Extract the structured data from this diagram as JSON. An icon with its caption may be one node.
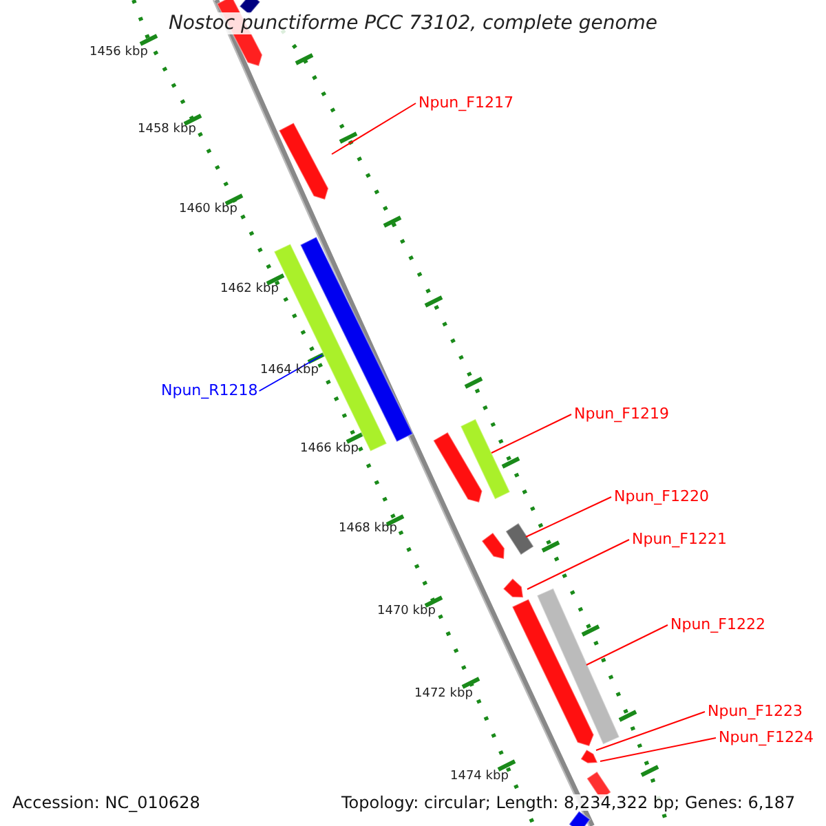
{
  "diagram": {
    "title": "Nostoc punctiforme PCC 73102, complete genome",
    "nodes": [
      {
        "text": [
          "Npun_F1217"
        ]
      },
      {
        "text": [],
        "shape": "bar"
      },
      {
        "text": [
          "Npun_R1218"
        ]
      },
      {
        "text": [],
        "shape": "bar"
      },
      {
        "text": [
          "Npun_F1219"
        ]
      },
      {
        "text": [],
        "shape": "bar"
      },
      {
        "text": [
          "Npun_F1220"
        ]
      },
      {
        "text": [],
        "shape": "bar"
      },
      {
        "text": [
          "Npun_F1221"
        ]
      },
      {
        "text": [],
        "shape": "bar"
      },
      {
        "text": [
          "Npun_F1222"
        ]
      },
      {
        "text": [],
        "shape": "bar"
      },
      {
        "text": [
          "Npun_F1223"
        ]
      },
      {
        "text": [],
        "shape": "bar"
      },
      {
        "text": [
          "Npun_F1224"
        ]
      },
      {
        "text": [],
        "shape": "bar"
      },
      {
        "text": [],
        "shape": "bar"
      },
      {
        "text": [],
        "shape": "bar"
      },
      {
        "text": [],
        "shape": "bar"
      },
      {
        "text": [],
        "shape": "bar"
      },
      {
        "text": [],
        "shape": "bar"
      },
      {
        "text": [],
        "shape": "bar"
      },
      {
        "text": [],
        "shape": "bar"
      }
    ],
    "edges": [
      {
        "from": 0,
        "to": 1,
        "arrow": "none"
      },
      {
        "from": 2,
        "to": 3,
        "arrow": "none",
        "color": "#0000ff"
      },
      {
        "from": 4,
        "to": 5,
        "arrow": "none"
      },
      {
        "from": 6,
        "to": 7,
        "arrow": "none"
      },
      {
        "from": 8,
        "to": 9,
        "arrow": "none"
      },
      {
        "from": 10,
        "to": 11,
        "arrow": "none"
      },
      {
        "from": 12,
        "to": 13,
        "arrow": "none"
      },
      {
        "from": 14,
        "to": 15,
        "arrow": "none"
      }
    ],
    "labels": [
      "1456 kbp",
      "1458 kbp",
      "1460 kbp",
      "1462 kbp",
      "1464 kbp",
      "1466 kbp",
      "1468 kbp",
      "1470 kbp",
      "1472 kbp",
      "1474 kbp",
      "Accession: NC_010628",
      "Topology: circular; Length: 8,234,322 bp; Genes: 6,187"
    ]
  }
}
